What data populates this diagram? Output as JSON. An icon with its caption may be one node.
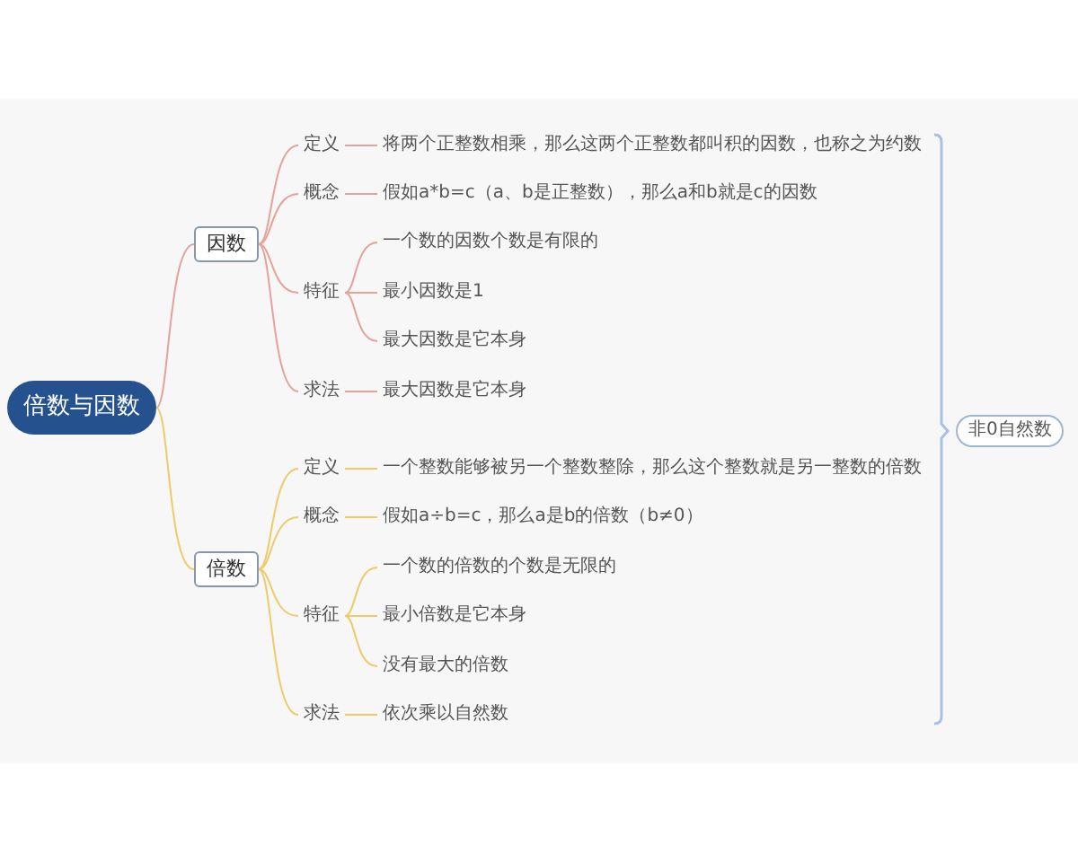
{
  "diagram": {
    "nodes": [
      {
        "text": [
          "倍数与因数"
        ]
      },
      {
        "text": [
          "因数"
        ]
      },
      {
        "text": [
          "定义"
        ]
      },
      {
        "text": [
          "将两个正整数相乘，那么这两个正整数都叫积的因数，也称之为约数"
        ]
      },
      {
        "text": [
          "概念"
        ]
      },
      {
        "text": [
          "假如a*b=c（a、b是正整数），那么a和b就是c的因数"
        ]
      },
      {
        "text": [
          "特征"
        ]
      },
      {
        "text": [
          "一个数的因数个数是有限的"
        ]
      },
      {
        "text": [
          "最小因数是1"
        ]
      },
      {
        "text": [
          "最大因数是它本身"
        ]
      },
      {
        "text": [
          "求法"
        ]
      },
      {
        "text": [
          "最大因数是它本身"
        ]
      },
      {
        "text": [
          "倍数"
        ]
      },
      {
        "text": [
          "定义"
        ]
      },
      {
        "text": [
          "一个整数能够被另一个整数整除，那么这个整数就是另一整数的倍数"
        ]
      },
      {
        "text": [
          "概念"
        ]
      },
      {
        "text": [
          "假如a÷b=c，那么a是b的倍数（b≠0）"
        ]
      },
      {
        "text": [
          "特征"
        ]
      },
      {
        "text": [
          "一个数的倍数的个数是无限的"
        ]
      },
      {
        "text": [
          "最小倍数是它本身"
        ]
      },
      {
        "text": [
          "没有最大的倍数"
        ]
      },
      {
        "text": [
          "求法"
        ]
      },
      {
        "text": [
          "依次乘以自然数"
        ]
      },
      {
        "text": [
          "非0自然数"
        ]
      }
    ],
    "edges": [
      {
        "from": 0,
        "to": 1,
        "arrow": "none",
        "color": "#e3a39b"
      },
      {
        "from": 1,
        "to": 2,
        "arrow": "none",
        "color": "#e3a39b"
      },
      {
        "from": 2,
        "to": 3,
        "arrow": "none",
        "color": "#e3a39b"
      },
      {
        "from": 1,
        "to": 4,
        "arrow": "none",
        "color": "#e3a39b"
      },
      {
        "from": 4,
        "to": 5,
        "arrow": "none",
        "color": "#e3a39b"
      },
      {
        "from": 1,
        "to": 6,
        "arrow": "none",
        "color": "#e3a39b"
      },
      {
        "from": 6,
        "to": 7,
        "arrow": "none",
        "color": "#e3a39b"
      },
      {
        "from": 6,
        "to": 8,
        "arrow": "none",
        "color": "#e3a39b"
      },
      {
        "from": 6,
        "to": 9,
        "arrow": "none",
        "color": "#e3a39b"
      },
      {
        "from": 1,
        "to": 10,
        "arrow": "none",
        "color": "#e3a39b"
      },
      {
        "from": 10,
        "to": 11,
        "arrow": "none",
        "color": "#e3a39b"
      },
      {
        "from": 0,
        "to": 12,
        "arrow": "none",
        "color": "#eecb6a"
      },
      {
        "from": 12,
        "to": 13,
        "arrow": "none",
        "color": "#eecb6a"
      },
      {
        "from": 13,
        "to": 14,
        "arrow": "none",
        "color": "#eecb6a"
      },
      {
        "from": 12,
        "to": 15,
        "arrow": "none",
        "color": "#eecb6a"
      },
      {
        "from": 15,
        "to": 16,
        "arrow": "none",
        "color": "#eecb6a"
      },
      {
        "from": 12,
        "to": 17,
        "arrow": "none",
        "color": "#eecb6a"
      },
      {
        "from": 17,
        "to": 18,
        "arrow": "none",
        "color": "#eecb6a"
      },
      {
        "from": 17,
        "to": 19,
        "arrow": "none",
        "color": "#eecb6a"
      },
      {
        "from": 17,
        "to": 20,
        "arrow": "none",
        "color": "#eecb6a"
      },
      {
        "from": 12,
        "to": 21,
        "arrow": "none",
        "color": "#eecb6a"
      },
      {
        "from": 21,
        "to": 22,
        "arrow": "none",
        "color": "#eecb6a"
      }
    ]
  }
}
